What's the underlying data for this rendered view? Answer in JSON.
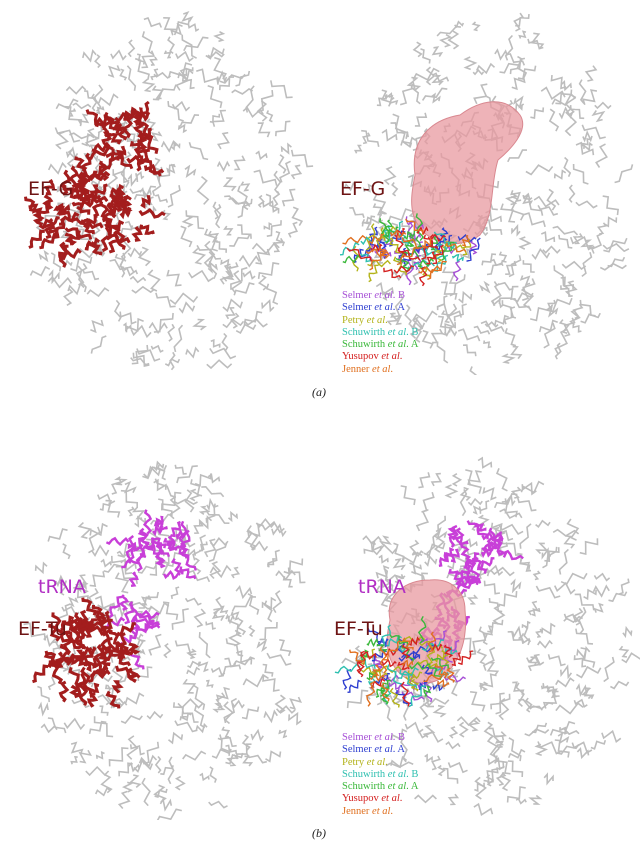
{
  "labels": {
    "efg": "EF-G",
    "eftu": "EF-Tu",
    "trna": "tRNA"
  },
  "captions": {
    "a": "(a)",
    "b": "(b)"
  },
  "legend": [
    {
      "name": "Selmer",
      "etal": "et al",
      "suffix": ". B",
      "color": "#a64fd6"
    },
    {
      "name": "Selmer",
      "etal": "et al",
      "suffix": ". A",
      "color": "#2f3fd0"
    },
    {
      "name": "Petry",
      "etal": "et al",
      "suffix": ".",
      "color": "#b3b31a"
    },
    {
      "name": "Schuwirth",
      "etal": "et al",
      "suffix": ". B",
      "color": "#2fc0b0"
    },
    {
      "name": "Schuwirth",
      "etal": "et al",
      "suffix": ". A",
      "color": "#3ab83a"
    },
    {
      "name": "Yusupov",
      "etal": "et al",
      "suffix": ".",
      "color": "#d42020"
    },
    {
      "name": "Jenner",
      "etal": "et al",
      "suffix": ".",
      "color": "#e07020"
    }
  ],
  "colors": {
    "ribosome": "#bdbdbd",
    "efg": "#a31d1d",
    "eftu": "#a31d1d",
    "trna": "#c83fd8",
    "density": "#e89aa0",
    "label_dark": "#6e1414",
    "label_trna": "#b22fc4"
  }
}
